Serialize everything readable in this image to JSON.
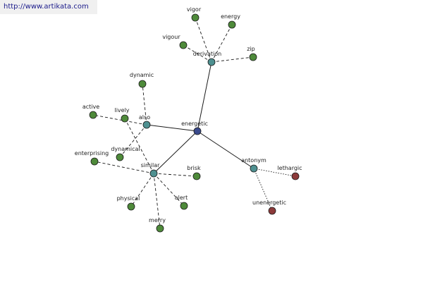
{
  "source_url": "http://www.artikata.com",
  "colors": {
    "center": "#3a4a8c",
    "relation": "#4e9090",
    "synonym": "#4e8a3a",
    "antonym_word": "#8c3a3a",
    "edge": "#1a1a1a"
  },
  "nodes": [
    {
      "id": "energetic",
      "label": "energetic",
      "kind": "center"
    },
    {
      "id": "derivation",
      "label": "derivation",
      "kind": "relation"
    },
    {
      "id": "also",
      "label": "also",
      "kind": "relation"
    },
    {
      "id": "similar",
      "label": "similar",
      "kind": "relation"
    },
    {
      "id": "antonym",
      "label": "antonym",
      "kind": "relation"
    },
    {
      "id": "vigor",
      "label": "vigor",
      "kind": "synonym"
    },
    {
      "id": "energy",
      "label": "energy",
      "kind": "synonym"
    },
    {
      "id": "vigour",
      "label": "vigour",
      "kind": "synonym"
    },
    {
      "id": "zip",
      "label": "zip",
      "kind": "synonym"
    },
    {
      "id": "dynamic",
      "label": "dynamic",
      "kind": "synonym"
    },
    {
      "id": "active",
      "label": "active",
      "kind": "synonym"
    },
    {
      "id": "lively",
      "label": "lively",
      "kind": "synonym"
    },
    {
      "id": "dynamical",
      "label": "dynamical",
      "kind": "synonym"
    },
    {
      "id": "enterprising",
      "label": "enterprising",
      "kind": "synonym"
    },
    {
      "id": "brisk",
      "label": "brisk",
      "kind": "synonym"
    },
    {
      "id": "physical",
      "label": "physical",
      "kind": "synonym"
    },
    {
      "id": "alert",
      "label": "alert",
      "kind": "synonym"
    },
    {
      "id": "merry",
      "label": "merry",
      "kind": "synonym"
    },
    {
      "id": "lethargic",
      "label": "lethargic",
      "kind": "antonym_word"
    },
    {
      "id": "unenergetic",
      "label": "unenergetic",
      "kind": "antonym_word"
    }
  ],
  "edges": [
    {
      "from": "energetic",
      "to": "derivation",
      "style": "solid"
    },
    {
      "from": "energetic",
      "to": "also",
      "style": "solid"
    },
    {
      "from": "energetic",
      "to": "similar",
      "style": "solid"
    },
    {
      "from": "energetic",
      "to": "antonym",
      "style": "solid"
    },
    {
      "from": "derivation",
      "to": "vigor",
      "style": "dashed"
    },
    {
      "from": "derivation",
      "to": "energy",
      "style": "dashed"
    },
    {
      "from": "derivation",
      "to": "vigour",
      "style": "dashed"
    },
    {
      "from": "derivation",
      "to": "zip",
      "style": "dashed"
    },
    {
      "from": "also",
      "to": "dynamic",
      "style": "dashed"
    },
    {
      "from": "also",
      "to": "active",
      "style": "dashed"
    },
    {
      "from": "also",
      "to": "dynamical",
      "style": "dashed"
    },
    {
      "from": "similar",
      "to": "lively",
      "style": "dashed"
    },
    {
      "from": "similar",
      "to": "enterprising",
      "style": "dashed"
    },
    {
      "from": "similar",
      "to": "brisk",
      "style": "dashed"
    },
    {
      "from": "similar",
      "to": "physical",
      "style": "dashed"
    },
    {
      "from": "similar",
      "to": "alert",
      "style": "dashed"
    },
    {
      "from": "similar",
      "to": "merry",
      "style": "dashed"
    },
    {
      "from": "antonym",
      "to": "lethargic",
      "style": "dotted"
    },
    {
      "from": "antonym",
      "to": "unenergetic",
      "style": "dotted"
    }
  ]
}
